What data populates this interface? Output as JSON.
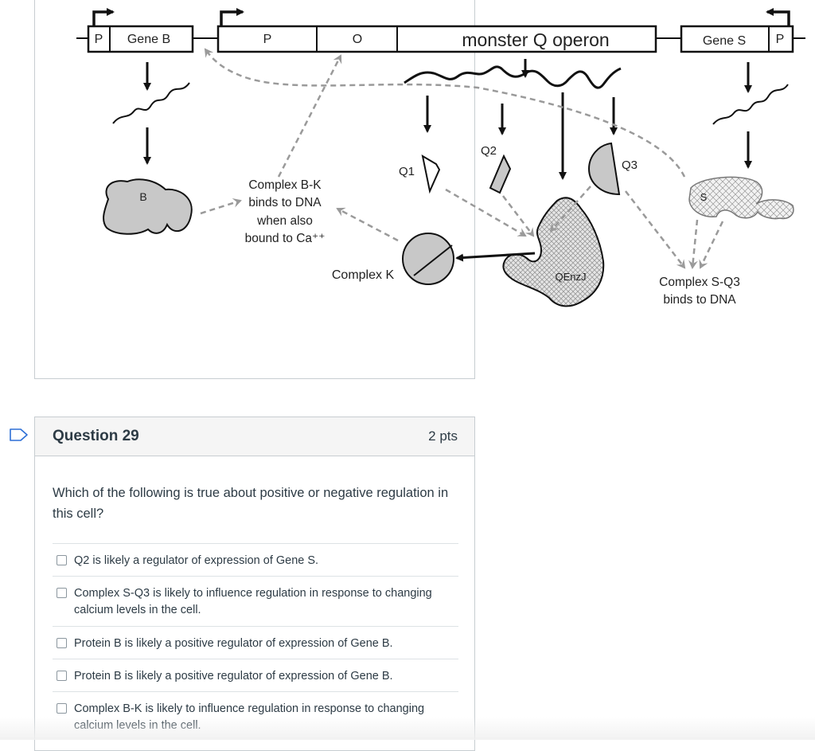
{
  "diagram": {
    "promoter_label": "P",
    "gene_b_label": "Gene B",
    "operator_label": "O",
    "operon_label": "monster Q operon",
    "gene_s_label": "Gene S",
    "protein_b_label": "B",
    "protein_s_label": "S",
    "q1_label": "Q1",
    "q2_label": "Q2",
    "q3_label": "Q3",
    "qenzj_label": "QEnzJ",
    "complex_k_label": "Complex K",
    "complex_bk_lines": [
      "Complex B-K",
      "binds to DNA",
      "when also",
      "bound to Ca⁺⁺"
    ],
    "complex_sq3_lines": [
      "Complex S-Q3",
      "binds to DNA"
    ]
  },
  "question": {
    "title": "Question 29",
    "points": "2 pts",
    "text": "Which of the following is true about positive or negative regulation in this cell?",
    "answers": [
      "Q2 is likely a regulator of expression of Gene S.",
      "Complex S-Q3 is likely to influence regulation in response to changing calcium levels in the cell.",
      "Protein B is likely a positive regulator of expression of Gene B.",
      "Protein B is likely a positive regulator of expression of Gene B.",
      "Complex B-K is likely to influence regulation in response to changing calcium levels in the cell."
    ]
  },
  "colors": {
    "protein_fill": "#c8c8c8",
    "border": "#c7cdd1",
    "header_bg": "#f5f5f5",
    "flag_outline": "#2d6fd6"
  }
}
